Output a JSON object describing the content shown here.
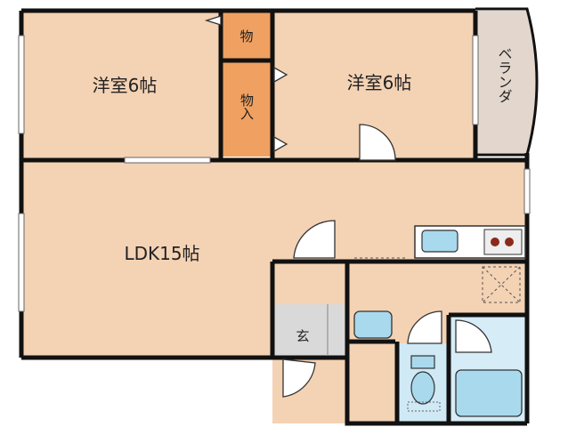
{
  "rooms": {
    "western_room_left": "洋室6帖",
    "western_room_right": "洋室6帖",
    "ldk": "LDK15帖",
    "closet_top": "物",
    "closet_bottom": "物入",
    "veranda": "ベランダ",
    "entrance": "玄"
  },
  "colors": {
    "floor": "#f4d2b4",
    "closet": "#f0a060",
    "veranda": "#e3d6cc",
    "tile": "#d9d9d9",
    "fixture": "#a9d9ec",
    "wall": "#111111"
  }
}
